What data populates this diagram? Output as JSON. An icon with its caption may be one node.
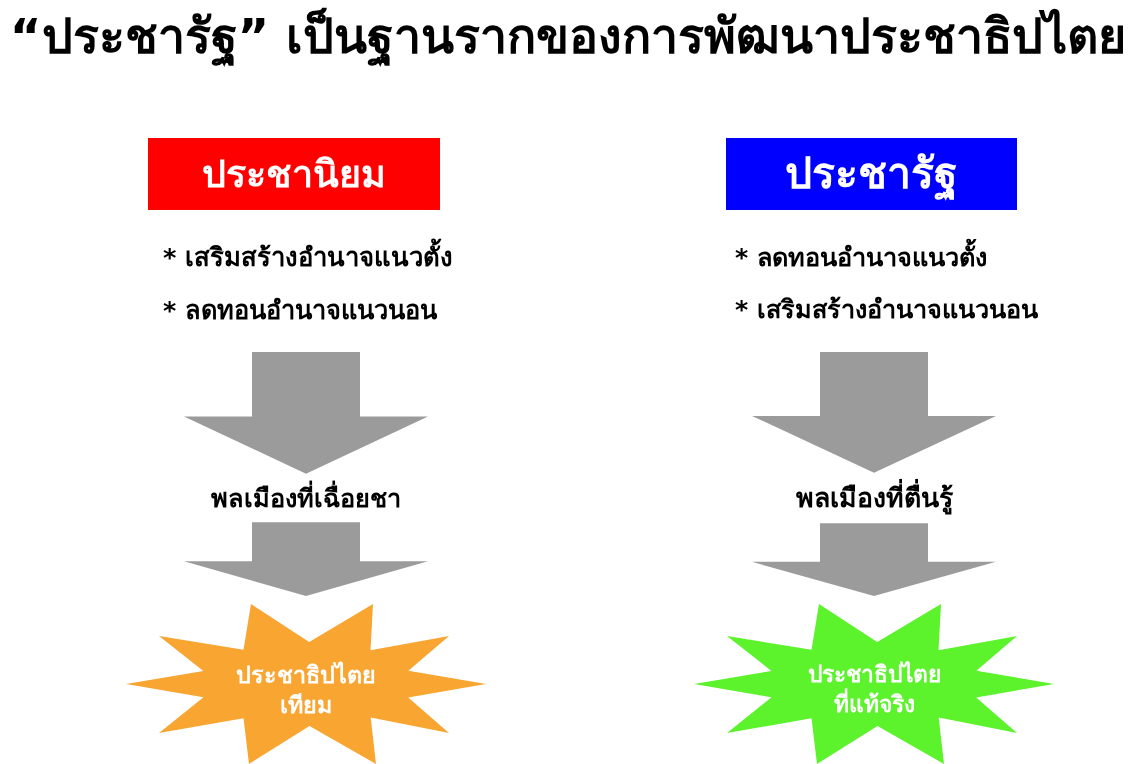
{
  "diagram": {
    "title": "“ประชารัฐ” เป็นฐานรากของการพัฒนาประชาธิปไตย",
    "nodes": [
      {
        "text": [
          "ประชานิยม"
        ]
      },
      {
        "text": [
          "* เสริมสร้างอำนาจแนวตั้ง",
          "* ลดทอนอำนาจแนวนอน"
        ]
      },
      {
        "text": [
          "พลเมืองที่เฉื่อยชา"
        ]
      },
      {
        "text": [
          "ประชาธิปไตยเทียม"
        ]
      },
      {
        "text": [
          "ประชารัฐ"
        ]
      },
      {
        "text": [
          "* ลดทอนอำนาจแนวตั้ง",
          "* เสริมสร้างอำนาจแนวนอน"
        ]
      },
      {
        "text": [
          "พลเมืองที่ตื่นรู้"
        ]
      },
      {
        "text": [
          "ประชาธิปไตยที่แท้จริง"
        ]
      }
    ],
    "edges": [
      {
        "from": 1,
        "to": 2,
        "arrow": "to"
      },
      {
        "from": 2,
        "to": 3,
        "arrow": "to"
      },
      {
        "from": 5,
        "to": 6,
        "arrow": "to"
      },
      {
        "from": 6,
        "to": 7,
        "arrow": "to"
      }
    ]
  }
}
